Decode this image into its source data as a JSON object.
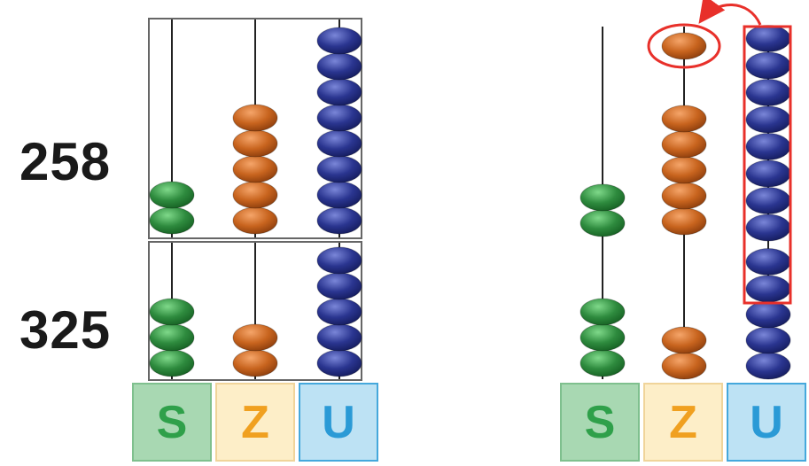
{
  "numbers": {
    "top": "258",
    "bottom": "325"
  },
  "place_values": [
    {
      "key": "S",
      "label": "S",
      "bead_color": "#2e8b3e",
      "tile_bg": "#a8d8b2",
      "text_color": "#2fa04a",
      "tile_border": "#7fc08e"
    },
    {
      "key": "Z",
      "label": "Z",
      "bead_color": "#c8641e",
      "tile_bg": "#fdeec8",
      "text_color": "#f0a020",
      "tile_border": "#f0d49a"
    },
    {
      "key": "U",
      "label": "U",
      "bead_color": "#2a3590",
      "tile_bg": "#bde2f4",
      "text_color": "#2a9ad6",
      "tile_border": "#45a8dc"
    }
  ],
  "left_abacus": {
    "top_counts": {
      "S": 2,
      "Z": 5,
      "U": 8
    },
    "bottom_counts": {
      "S": 3,
      "Z": 2,
      "U": 5
    }
  },
  "right_abacus": {
    "lower_counts": {
      "S": 5,
      "Z": 7,
      "U": 3
    },
    "regrouped_bead": "Z",
    "grouped_beads": {
      "column": "U",
      "count": 10
    }
  },
  "highlight_color": "#e8302a"
}
